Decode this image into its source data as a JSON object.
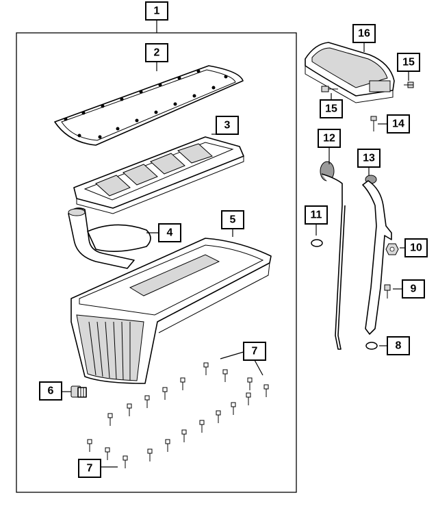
{
  "callouts": {
    "c1": "1",
    "c2": "2",
    "c3": "3",
    "c4": "4",
    "c5": "5",
    "c6": "6",
    "c7a": "7",
    "c7b": "7",
    "c8": "8",
    "c9": "9",
    "c10": "10",
    "c11": "11",
    "c12": "12",
    "c13": "13",
    "c14": "14",
    "c15a": "15",
    "c15b": "15",
    "c16": "16"
  }
}
